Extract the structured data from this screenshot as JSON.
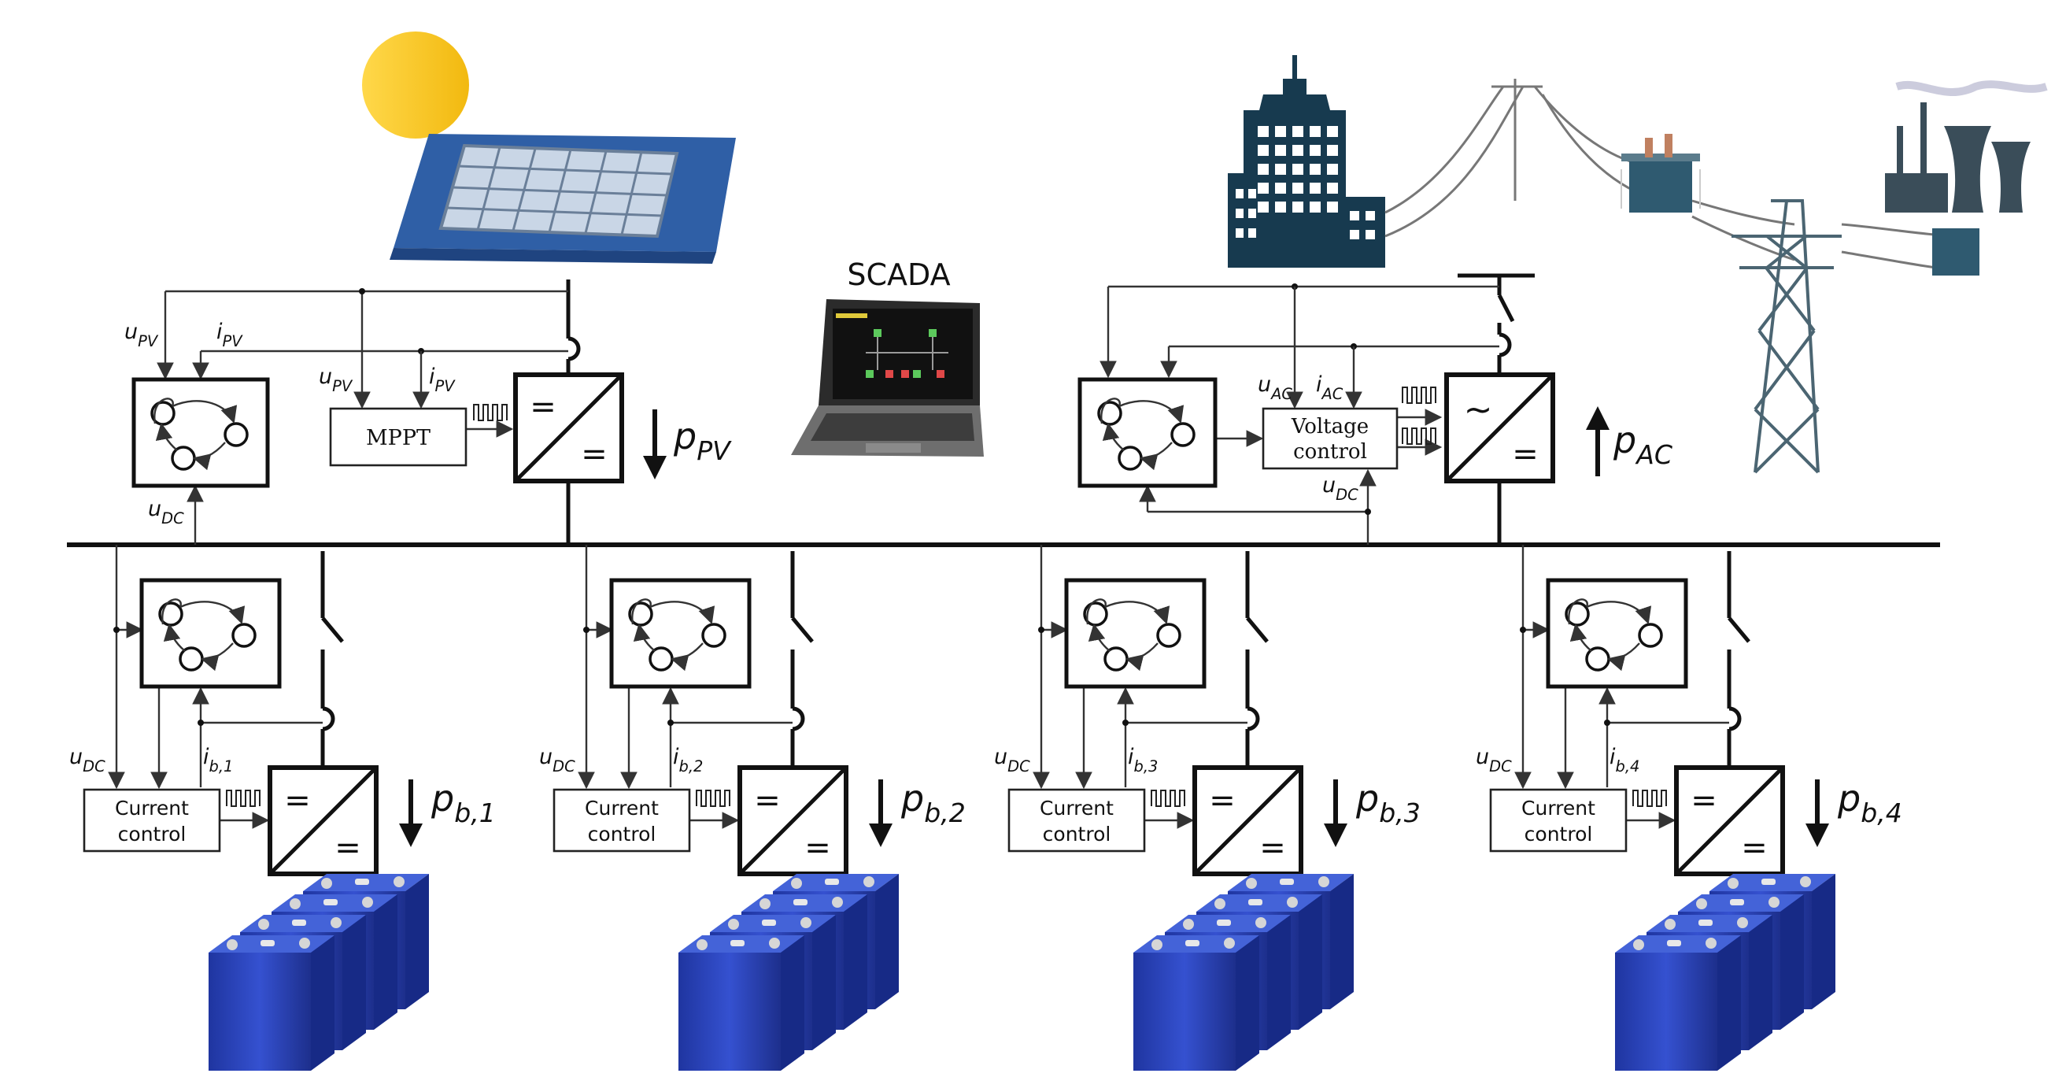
{
  "scada": {
    "label": "SCADA"
  },
  "pv": {
    "u_label": "u",
    "u_sub": "PV",
    "i_label": "i",
    "i_sub": "PV",
    "u_label2": "u",
    "u_sub2": "PV",
    "i_label2": "i",
    "i_sub2": "PV",
    "mppt_label": "MPPT",
    "udc_label": "u",
    "udc_sub": "DC",
    "p_label": "p",
    "p_sub": "PV",
    "conv_top": "=",
    "conv_bottom": "="
  },
  "grid": {
    "u_label": "u",
    "u_sub": "AC",
    "i_label": "i",
    "i_sub": "AC",
    "voltage_control_line1": "Voltage",
    "voltage_control_line2": "control",
    "udc_label": "u",
    "udc_sub": "DC",
    "p_label": "p",
    "p_sub": "AC",
    "conv_top": "~",
    "conv_bottom": "="
  },
  "batteries": [
    {
      "udc_label": "u",
      "udc_sub": "DC",
      "i_label": "i",
      "i_sub": "b,1",
      "ctrl_line1": "Current",
      "ctrl_line2": "control",
      "p_label": "p",
      "p_sub": "b,1",
      "conv_top": "=",
      "conv_bottom": "="
    },
    {
      "udc_label": "u",
      "udc_sub": "DC",
      "i_label": "i",
      "i_sub": "b,2",
      "ctrl_line1": "Current",
      "ctrl_line2": "control",
      "p_label": "p",
      "p_sub": "b,2",
      "conv_top": "=",
      "conv_bottom": "="
    },
    {
      "udc_label": "u",
      "udc_sub": "DC",
      "i_label": "i",
      "i_sub": "b,3",
      "ctrl_line1": "Current",
      "ctrl_line2": "control",
      "p_label": "p",
      "p_sub": "b,3",
      "conv_top": "=",
      "conv_bottom": "="
    },
    {
      "udc_label": "u",
      "udc_sub": "DC",
      "i_label": "i",
      "i_sub": "b,4",
      "ctrl_line1": "Current",
      "ctrl_line2": "control",
      "p_label": "p",
      "p_sub": "b,4",
      "conv_top": "=",
      "conv_bottom": "="
    }
  ],
  "colors": {
    "sun": "#f5c21b",
    "panel": "#2f5fa6",
    "building": "#173a4f",
    "battery": "#2a45b8",
    "laptop": "#3a3a3a"
  }
}
